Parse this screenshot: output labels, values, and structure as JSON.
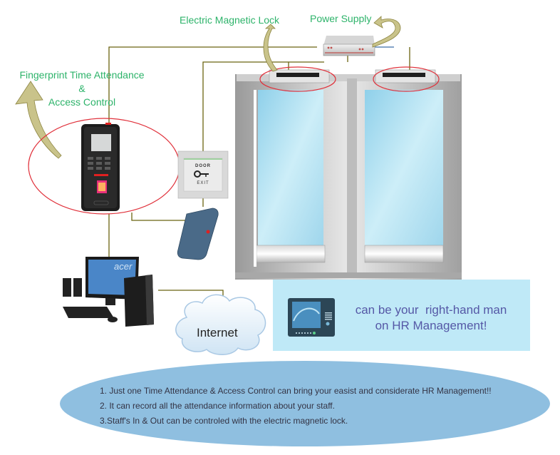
{
  "labels": {
    "electric_magnetic_lock": "Electric Magnetic Lock",
    "power_supply": "Power Supply",
    "fingerprint_line1": "Fingerprint Time Attendance",
    "fingerprint_line2": "&",
    "fingerprint_line3": "Access Control",
    "internet": "Internet",
    "exit_button_top": "DOOR",
    "exit_button_bottom": "EXIT",
    "monitor_brand": "acer"
  },
  "info_box": {
    "line1": "can be your  right-hand man",
    "line2": "on HR Management!"
  },
  "notes": [
    "1. Just one Time Attendance & Access Control can bring your easist and considerate HR Management!!",
    "2. It can record all the attendance information about your staff.",
    "3.Staff's In & Out can be controled with the electric magnetic lock."
  ],
  "colors": {
    "label_green": "#2db36a",
    "wire": "#6b6410",
    "highlight_ellipse": "#e0303a",
    "arrow_fill": "#c9c38a",
    "info_box_bg": "#bfe9f7",
    "info_text": "#5558a6",
    "notes_ellipse": "#8fbfe0",
    "glass": "#a9dcef"
  }
}
